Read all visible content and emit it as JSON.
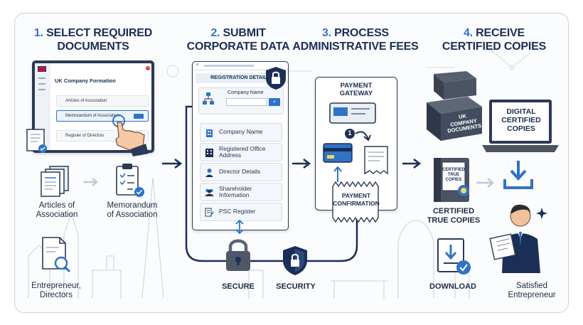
{
  "steps": [
    {
      "number": "1.",
      "title_line1": "SELECT REQUIRED",
      "title_line2": "DOCUMENTS"
    },
    {
      "number": "2.",
      "title_line1": "SUBMIT",
      "title_line2": "CORPORATE DATA"
    },
    {
      "number": "3.",
      "title_line1": "PROCESS",
      "title_line2": "ADMINISTRATIVE FEES"
    },
    {
      "number": "4.",
      "title_line1": "RECEIVE",
      "title_line2": "CERTIFIED COPIES"
    }
  ],
  "step1": {
    "window": {
      "title": "UK Company Formation",
      "rows": [
        "Articles of Association",
        "Memorandum of Association",
        "Register of Directors"
      ]
    },
    "doc_a_line1": "Articles of",
    "doc_a_line2": "Association",
    "doc_b_line1": "Memorandum",
    "doc_b_line2": "of Association",
    "users_line1": "Entrepreneur,",
    "users_line2": "Directors"
  },
  "step2": {
    "header": "REGISTRATION DETAILS",
    "company_label": "Company Name",
    "fields": [
      "Company Name",
      "Registered Office Address",
      "Director Details",
      "Shareholder Information",
      "PSC Register"
    ],
    "secure_label": "SECURE",
    "security_label": "SECURITY"
  },
  "step3": {
    "gateway_line1": "PAYMENT",
    "gateway_line2": "GATEWAY",
    "step_badge": "1",
    "confirm_line1": "PAYMENT",
    "confirm_line2": "CONFIRMATION"
  },
  "step4": {
    "box_line1": "UK",
    "box_line2": "COMPANY",
    "box_line3": "DOCUMENTS",
    "laptop_line1": "DIGITAL",
    "laptop_line2": "CERTIFIED",
    "laptop_line3": "COPIES",
    "binder_line1": "CERTIFIED",
    "binder_line2": "TRUE",
    "binder_line3": "COPIES",
    "certified_line1": "CERTIFIED",
    "certified_line2": "TRUE COPIES",
    "download_label": "DOWNLOAD",
    "satisfied_line1": "Satisfied",
    "satisfied_line2": "Entrepreneur"
  },
  "colors": {
    "accent": "#2f73c7",
    "navy": "#1b2e55",
    "line": "#2b3a55"
  }
}
